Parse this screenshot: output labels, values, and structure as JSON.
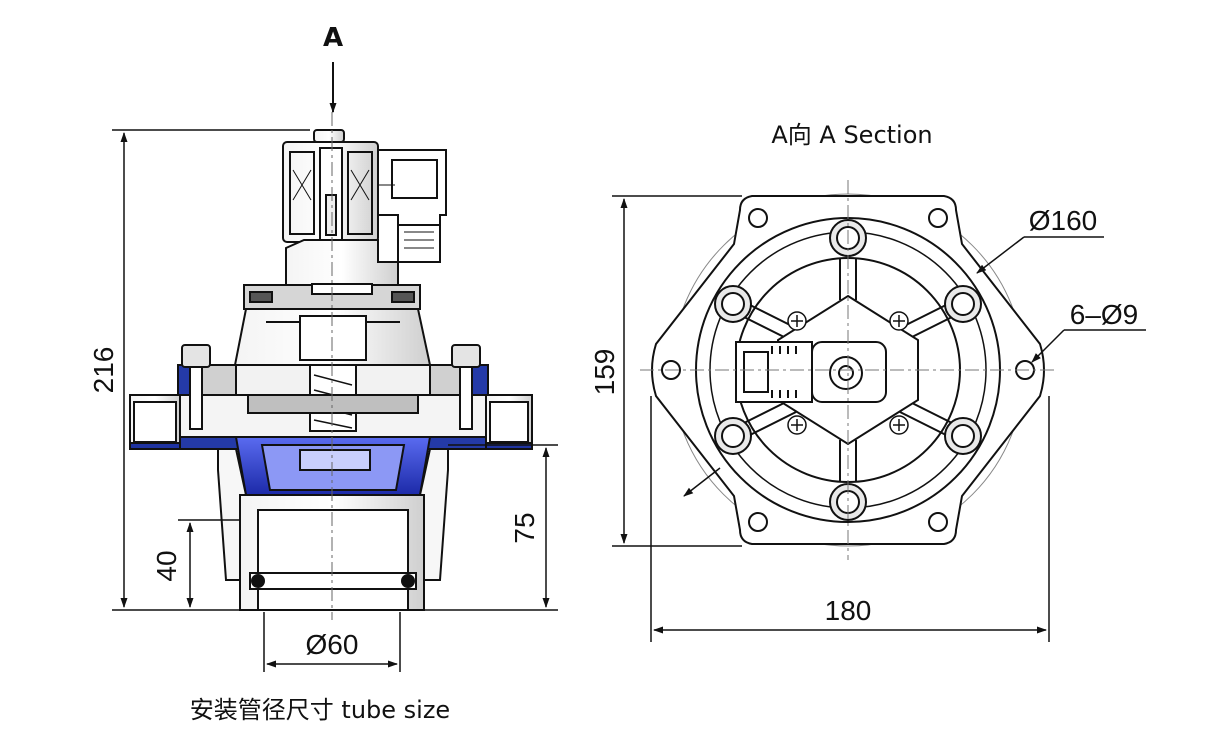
{
  "left_view": {
    "view_arrow_label": "A",
    "dims": {
      "height_total": "216",
      "height_lower": "75",
      "height_tube": "40",
      "tube_diameter": "Ø60"
    },
    "caption": "安装管径尺寸 tube size"
  },
  "right_view": {
    "title": "A向 A Section",
    "dims": {
      "height": "159",
      "width": "180",
      "bolt_circle": "Ø160",
      "holes": "6–Ø9"
    }
  },
  "colors": {
    "line": "#111111",
    "blue_fill": "#2d3fd0",
    "gray_fill": "#d9d9d9"
  }
}
